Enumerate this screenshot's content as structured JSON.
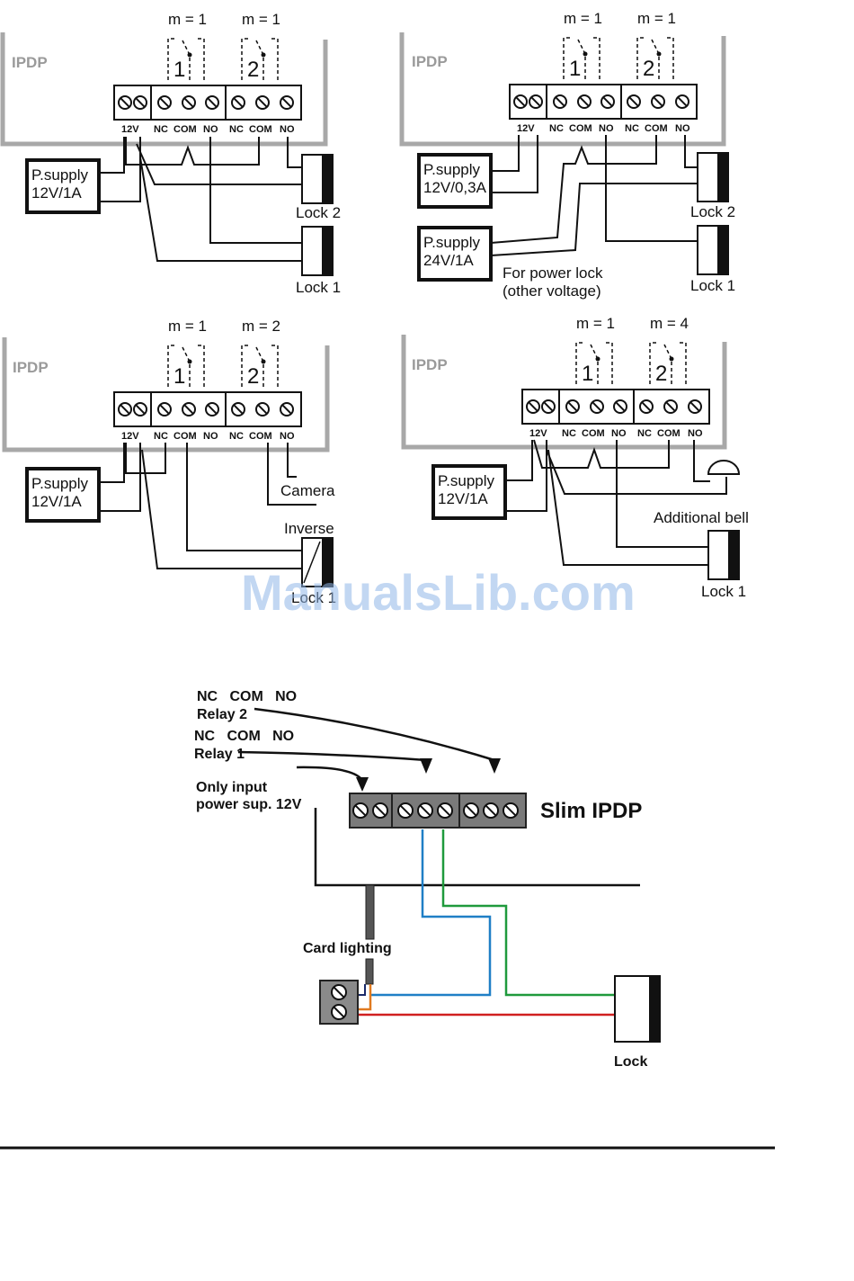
{
  "diagrams": [
    {
      "device": "IPDP",
      "relay1": {
        "mode": "m = 1",
        "number": "1"
      },
      "relay2": {
        "mode": "m = 1",
        "number": "2"
      },
      "terminals": [
        "12V",
        "NC",
        "COM",
        "NO",
        "NC",
        "COM",
        "NO"
      ],
      "supplies": [
        "P.supply\n12V/1A"
      ],
      "devices": [
        "Lock 2",
        "Lock 1"
      ],
      "notes": []
    },
    {
      "device": "IPDP",
      "relay1": {
        "mode": "m = 1",
        "number": "1"
      },
      "relay2": {
        "mode": "m = 1",
        "number": "2"
      },
      "terminals": [
        "12V",
        "NC",
        "COM",
        "NO",
        "NC",
        "COM",
        "NO"
      ],
      "supplies": [
        "P.supply\n12V/0,3A",
        "P.supply\n24V/1A"
      ],
      "devices": [
        "Lock 2",
        "Lock 1"
      ],
      "notes": [
        "For power lock",
        "(other voltage)"
      ]
    },
    {
      "device": "IPDP",
      "relay1": {
        "mode": "m = 1",
        "number": "1"
      },
      "relay2": {
        "mode": "m = 2",
        "number": "2"
      },
      "terminals": [
        "12V",
        "NC",
        "COM",
        "NO",
        "NC",
        "COM",
        "NO"
      ],
      "supplies": [
        "P.supply\n12V/1A"
      ],
      "devices": [
        "Camera",
        "Inverse",
        "Lock 1"
      ],
      "notes": []
    },
    {
      "device": "IPDP",
      "relay1": {
        "mode": "m = 1",
        "number": "1"
      },
      "relay2": {
        "mode": "m = 4",
        "number": "2"
      },
      "terminals": [
        "12V",
        "NC",
        "COM",
        "NO",
        "NC",
        "COM",
        "NO"
      ],
      "supplies": [
        "P.supply\n12V/1A"
      ],
      "devices": [
        "Additional bell",
        "Lock 1"
      ],
      "notes": []
    }
  ],
  "slim": {
    "title": "Slim IPDP",
    "relay2_terminals": "NC   COM   NO",
    "relay2_label": "Relay 2",
    "relay1_terminals": "NC   COM   NO",
    "relay1_label": "Relay 1",
    "input_line1": "Only input",
    "input_line2": "power sup. 12V",
    "card_lighting": "Card lighting",
    "lock": "Lock"
  },
  "watermark": "ManualsLib.com",
  "colors": {
    "wire_blue": "#1f7fc6",
    "wire_green": "#1f9a3c",
    "wire_red": "#d02020",
    "wire_orange": "#e07a20",
    "frame_gray": "#a8a8a8"
  }
}
